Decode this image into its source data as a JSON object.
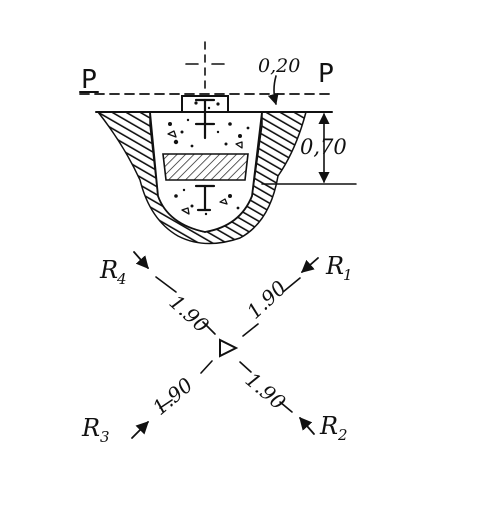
{
  "section": {
    "plane_left": "P",
    "plane_right": "P",
    "depth_top": "0,20",
    "depth_main": "0,70"
  },
  "layout_plan": {
    "center_mark_icon": "triangle-benchmark-icon",
    "distances": [
      {
        "ref": "R1",
        "value": "1.90"
      },
      {
        "ref": "R2",
        "value": "1.90"
      },
      {
        "ref": "R3",
        "value": "1.90"
      },
      {
        "ref": "R4",
        "value": "1.90"
      }
    ],
    "references": [
      {
        "letter": "R",
        "index": "1"
      },
      {
        "letter": "R",
        "index": "2"
      },
      {
        "letter": "R",
        "index": "3"
      },
      {
        "letter": "R",
        "index": "4"
      }
    ]
  },
  "colors": {
    "ink": "#111111",
    "paper": "#ffffff"
  }
}
